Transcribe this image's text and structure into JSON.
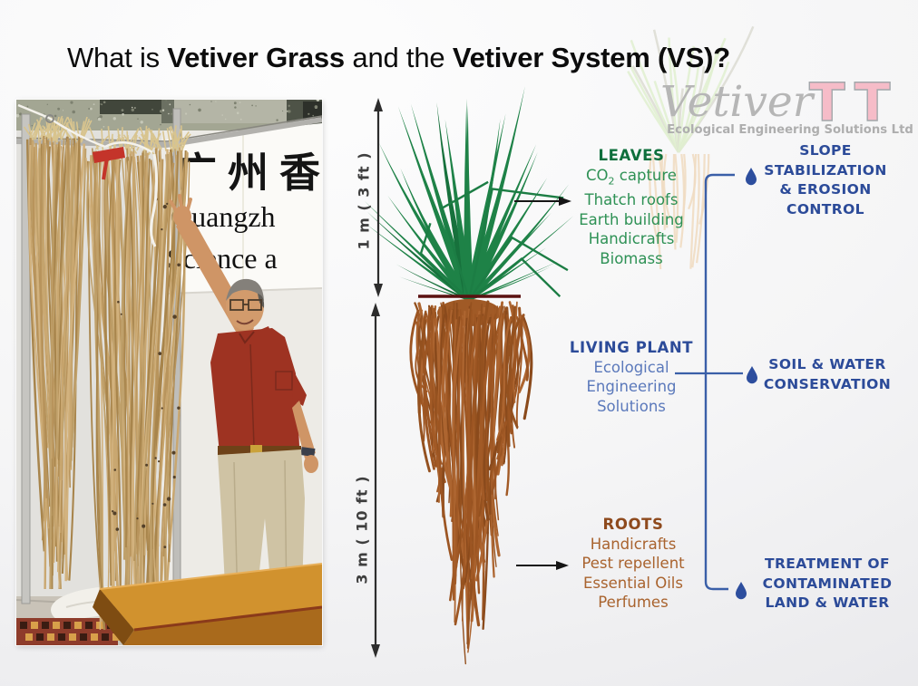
{
  "title": {
    "part1": "What is ",
    "bold1": "Vetiver Grass",
    "part2": " and the ",
    "bold2": "Vetiver System (VS)?"
  },
  "logo": {
    "name": "Vetiver",
    "tt": "TT",
    "subtitle": "Ecological Engineering Solutions Ltd"
  },
  "photo": {
    "banner_chinese": "广州香",
    "banner_line1": "Guangzh",
    "banner_line2": "Science a"
  },
  "measurements": {
    "shoot": "1 m ( 3 ft )",
    "root": "3 m ( 10 ft )"
  },
  "leaves": {
    "header": "LEAVES",
    "co2": {
      "pre": "CO",
      "sub": "2",
      "post": " capture"
    },
    "items": [
      "Thatch roofs",
      "Earth building",
      "Handicrafts",
      "Biomass"
    ]
  },
  "living_plant": {
    "header": "LIVING PLANT",
    "items": [
      "Ecological",
      "Engineering",
      "Solutions"
    ]
  },
  "roots": {
    "header": "ROOTS",
    "items": [
      "Handicrafts",
      "Pest repellent",
      "Essential Oils",
      "Perfumes"
    ]
  },
  "benefits": [
    {
      "icon": "water-drop",
      "lines": [
        "SLOPE",
        "STABILIZATION",
        "& EROSION",
        "CONTROL"
      ]
    },
    {
      "icon": "water-drop",
      "lines": [
        "SOIL & WATER",
        "CONSERVATION"
      ]
    },
    {
      "icon": "water-drop",
      "lines": [
        "TREATMENT OF",
        "CONTAMINATED",
        "LAND & WATER"
      ]
    }
  ],
  "colors": {
    "accent_blue": "#2c4b99",
    "light_blue": "#5b79bb",
    "leaf_green": "#1e8247",
    "text_green": "#2e9155",
    "root_brown": "#a05a26",
    "text_brown": "#a9632e",
    "soil_line": "#5a1111",
    "logo_pink": "#f6bcc8",
    "logo_gray": "#b5b5b5"
  }
}
